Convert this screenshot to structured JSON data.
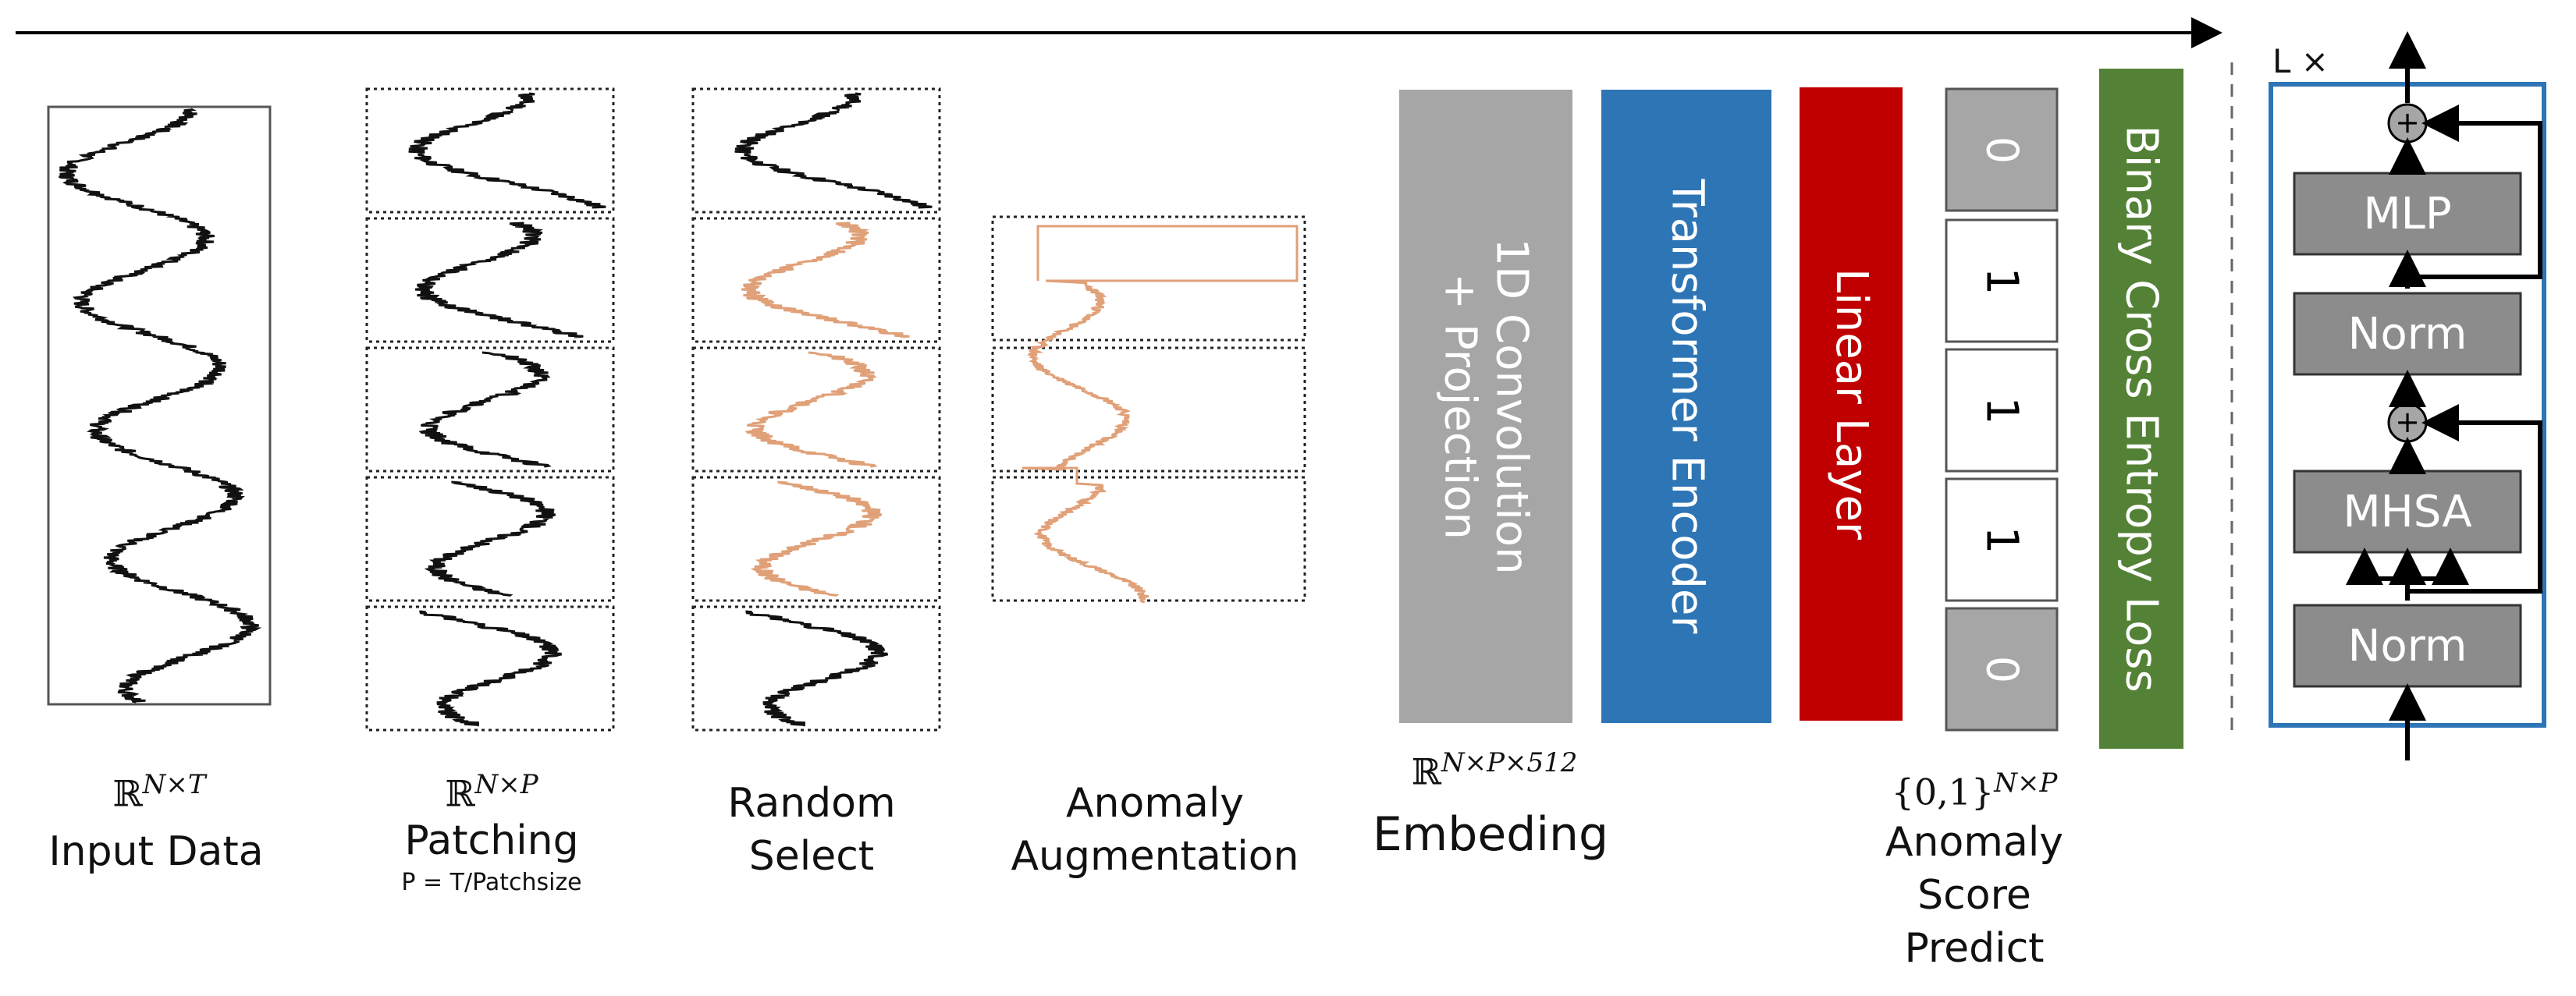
{
  "labels": {
    "input_math": "ℝ^(N×T)",
    "input": "Input Data",
    "patching_math": "ℝ^(N×P)",
    "patching": "Patching",
    "patching_note": "P = T/Patchsize",
    "random_select": [
      "Random",
      "Select"
    ],
    "anomaly_aug": [
      "Anomaly",
      "Augmentation"
    ],
    "embed_math": "ℝ^(N×P×512)",
    "embed": "Embeding",
    "score_math": "{0,1}^(N×P)",
    "score": [
      "Anomaly",
      "Score",
      "Predict"
    ]
  },
  "blocks": {
    "conv": [
      "1D Convolution",
      "+ Projection"
    ],
    "encoder": "Transformer Encoder",
    "linear": "Linear Layer",
    "bce": "Binary Cross Entropy Loss"
  },
  "scores": [
    "0",
    "1",
    "1",
    "1",
    "0"
  ],
  "encoder_detail": {
    "repeat": "L ×",
    "mlp": "MLP",
    "norm_top": "Norm",
    "mhsa": "MHSA",
    "norm_bottom": "Norm",
    "add_symbol": "+"
  },
  "colors": {
    "gray_block": "#a6a6a6",
    "blue_block": "#2e75b6",
    "red_block": "#c00000",
    "green_block": "#538135",
    "encoder_frame": "#2e75b6",
    "signal": "#111111",
    "augmented_signal": "#e0a078",
    "score_gray": "#a6a6a6",
    "inner_box": "#8c8c8c"
  }
}
